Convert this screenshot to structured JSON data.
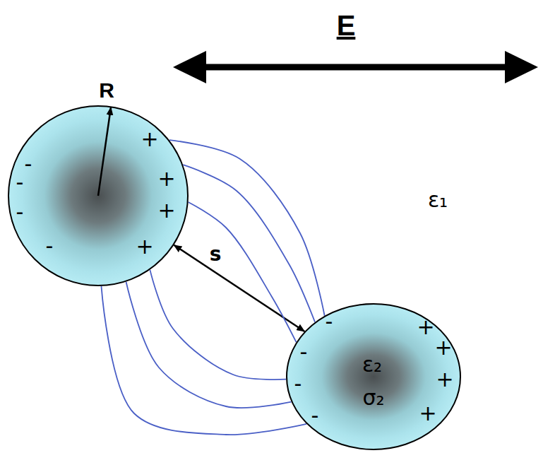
{
  "diagram": {
    "nodes": [
      {
        "text": [
          "R",
          "-",
          "-",
          "-",
          "-",
          "+",
          "+",
          "+",
          "+"
        ]
      },
      {
        "text": [
          "ε₂",
          "σ₂",
          "-",
          "-",
          "-",
          "-",
          "+",
          "+",
          "+",
          "+"
        ]
      }
    ],
    "edges": [
      {
        "from": 0,
        "to": 1,
        "arrow": "both",
        "label": "s"
      },
      {
        "from": 0,
        "to": 1,
        "arrow": "none"
      },
      {
        "from": 0,
        "to": 1,
        "arrow": "none"
      },
      {
        "from": 0,
        "to": 1,
        "arrow": "none"
      },
      {
        "from": 0,
        "to": 1,
        "arrow": "none"
      },
      {
        "from": 0,
        "to": 1,
        "arrow": "none"
      },
      {
        "from": 0,
        "to": 1,
        "arrow": "none"
      }
    ],
    "labels": [
      "E",
      "ε₁"
    ]
  }
}
